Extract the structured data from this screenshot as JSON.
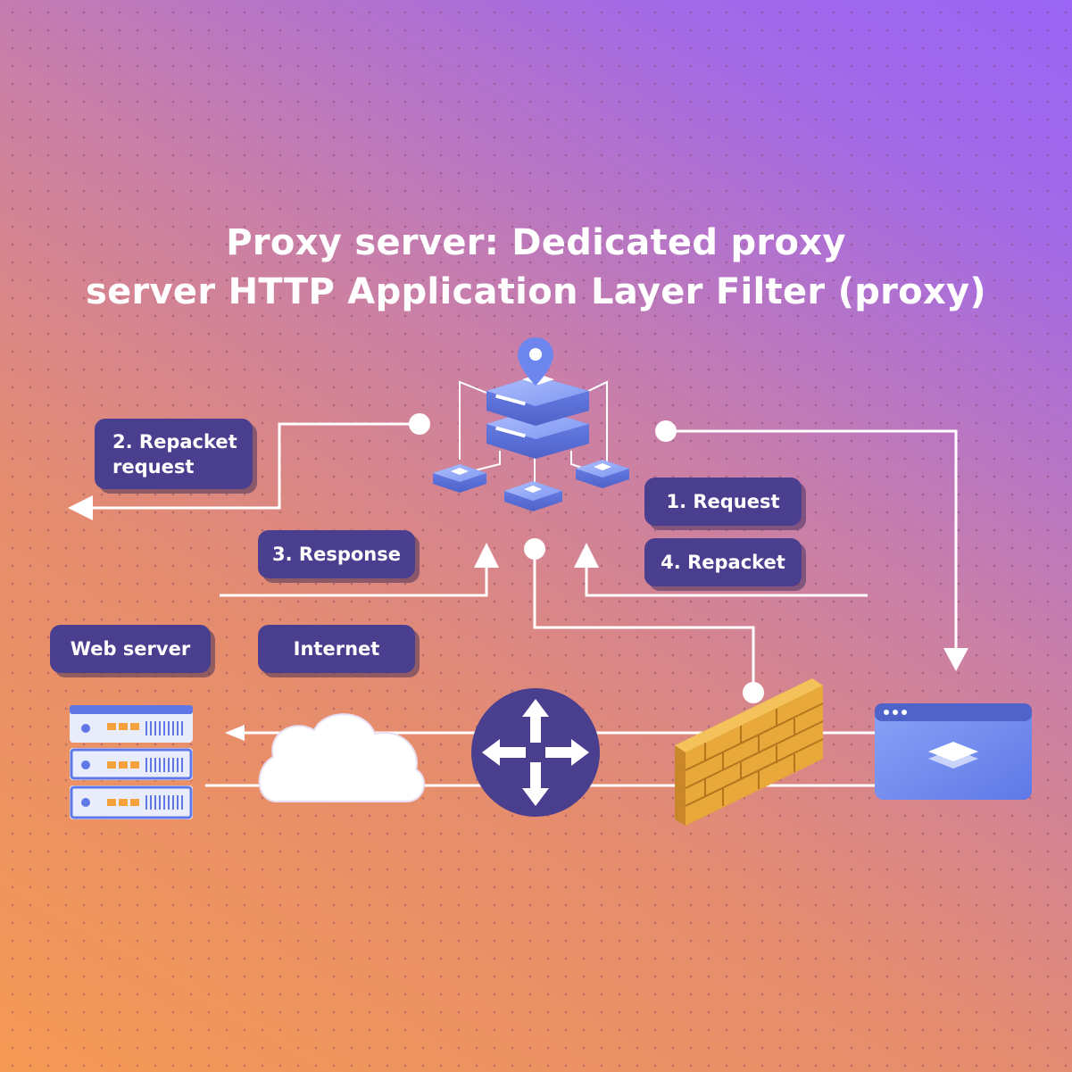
{
  "title": {
    "line1": "Proxy server: Dedicated proxy",
    "line2": "server HTTP Application Layer Filter (proxy)"
  },
  "labels": {
    "repacket_request_1": "2. Repacket",
    "repacket_request_2": "request",
    "request": "1. Request",
    "response": "3. Response",
    "repacket": "4. Repacket",
    "web_server": "Web server",
    "internet": "Internet"
  },
  "colors": {
    "label_bg": "#4a3f8f",
    "router": "#4a3f8f",
    "server_blue": "#6f8ff2",
    "firewall": "#e8a93a"
  }
}
